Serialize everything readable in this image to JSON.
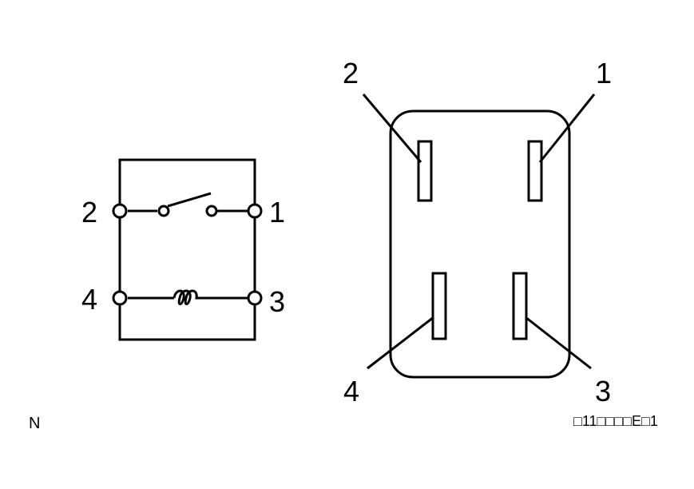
{
  "schematic": {
    "terminals": {
      "t1": "1",
      "t2": "2",
      "t3": "3",
      "t4": "4"
    }
  },
  "connector": {
    "pins": {
      "p1": "1",
      "p2": "2",
      "p3": "3",
      "p4": "4"
    }
  },
  "footer": {
    "left_mark": "N",
    "figure_code": "□11□□□□E□1"
  }
}
